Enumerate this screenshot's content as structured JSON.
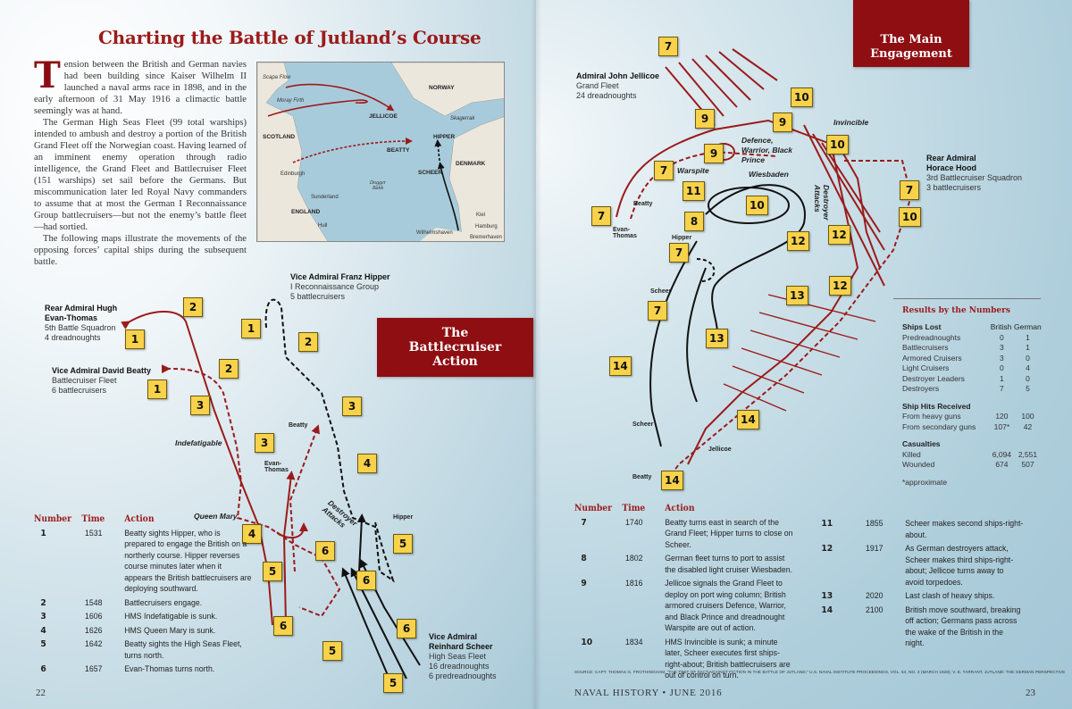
{
  "title": "Charting the Battle of Jutland’s Course",
  "intro": {
    "drop_cap": "T",
    "paragraphs": [
      "ension between the British and German navies had been building since Kaiser Wilhelm II launched a naval arms race in 1898, and in the early afternoon of 31 May 1916 a climactic battle seemingly was at hand.",
      "The German High Seas Fleet (99 total warships) intended to ambush and destroy a portion of the British Grand Fleet off the Norwegian coast. Having learned of an imminent enemy operation through radio intelligence, the Grand Fleet and Battlecruiser Fleet (151 warships) set sail before the Germans. But miscommunication later led Royal Navy commanders to assume that at most the German I Reconnaissance Group battlecruisers—but not the enemy’s battle fleet—had sortied.",
      "The following maps illustrate the movements of the opposing forces’ capital ships during the subsequent battle."
    ]
  },
  "inset_map": {
    "labels": [
      "Scapa Flow",
      "Moray Firth",
      "JELLICOE",
      "NORWAY",
      "Skagerrak",
      "SCOTLAND",
      "BEATTY",
      "HIPPER",
      "SCHEER",
      "DENMARK",
      "Edinburgh",
      "Dogger Bank",
      "Sunderland",
      "ENGLAND",
      "Hull",
      "Kiel",
      "Hamburg",
      "Wilhelmshaven",
      "Bremerhaven"
    ]
  },
  "battlecruiser_map": {
    "title_line1": "The",
    "title_line2": "Battlecruiser",
    "title_line3": "Action",
    "commanders": [
      {
        "name": "Rear Admiral Hugh Evan-Thomas",
        "unit": "5th Battle Squadron",
        "ships": "4 dreadnoughts"
      },
      {
        "name": "Vice Admiral David Beatty",
        "unit": "Battlecruiser Fleet",
        "ships": "6 battlecruisers"
      },
      {
        "name": "Vice Admiral Franz Hipper",
        "unit": "I Reconnaissance Group",
        "ships": "5 battlecruisers"
      },
      {
        "name": "Vice Admiral Reinhard Scheer",
        "unit": "High Seas Fleet",
        "ships": "16 dreadnoughts",
        "ships2": "6 predreadnoughts"
      }
    ],
    "labels": {
      "beatty": "Beatty",
      "evan_thomas": "Evan-Thomas",
      "indefatigable": "Indefatigable",
      "queen_mary": "Queen Mary",
      "destroyer_attacks": "Destroyer Attacks",
      "hipper": "Hipper"
    },
    "badges": [
      "1",
      "1",
      "1",
      "2",
      "2",
      "2",
      "3",
      "3",
      "3",
      "4",
      "4",
      "5",
      "5",
      "5",
      "5",
      "6",
      "6",
      "6",
      "6"
    ]
  },
  "main_map": {
    "title_line1": "The Main",
    "title_line2": "Engagement",
    "commanders": [
      {
        "name": "Admiral John Jellicoe",
        "unit": "Grand Fleet",
        "ships": "24 dreadnoughts"
      },
      {
        "name": "Rear Admiral Horace Hood",
        "unit": "3rd Battlecruiser Squadron",
        "ships": "3 battlecruisers"
      }
    ],
    "labels": {
      "invincible": "Invincible",
      "defence": "Defence, Warrior, Black Prince",
      "warspite": "Warspite",
      "wiesbaden": "Wiesbaden",
      "destroyer_attacks": "Destroyer Attacks",
      "beatty": "Beatty",
      "evan_thomas": "Evan-Thomas",
      "hipper": "Hipper",
      "scheer": "Scheer",
      "scheer2": "Scheer",
      "jellicoe": "Jellicoe",
      "beatty2": "Beatty"
    },
    "badges": [
      "7",
      "7",
      "7",
      "7",
      "7",
      "7",
      "8",
      "9",
      "9",
      "9",
      "10",
      "10",
      "10",
      "10",
      "11",
      "12",
      "12",
      "12",
      "13",
      "13",
      "14",
      "14",
      "14"
    ]
  },
  "table_headers": {
    "number": "Number",
    "time": "Time",
    "action": "Action"
  },
  "events_left": [
    {
      "number": "1",
      "time": "1531",
      "action": "Beatty sights Hipper, who is prepared to engage the British on a northerly course. Hipper reverses course minutes later when it appears the British battlecruisers are deploying southward."
    },
    {
      "number": "2",
      "time": "1548",
      "action": "Battlecruisers engage."
    },
    {
      "number": "3",
      "time": "1606",
      "action": "HMS Indefatigable is sunk."
    },
    {
      "number": "4",
      "time": "1626",
      "action": "HMS Queen Mary is sunk."
    },
    {
      "number": "5",
      "time": "1642",
      "action": "Beatty sights the High Seas Fleet, turns north."
    },
    {
      "number": "6",
      "time": "1657",
      "action": "Evan-Thomas turns north."
    }
  ],
  "events_right_a": [
    {
      "number": "7",
      "time": "1740",
      "action": "Beatty turns east in search of the Grand Fleet; Hipper turns to close on Scheer."
    },
    {
      "number": "8",
      "time": "1802",
      "action": "German fleet turns to port to assist the disabled light cruiser Wiesbaden."
    },
    {
      "number": "9",
      "time": "1816",
      "action": "Jellicoe signals the Grand Fleet to deploy on port wing column; British armored cruisers Defence, Warrior, and Black Prince and dreadnought Warspite are out of action."
    },
    {
      "number": "10",
      "time": "1834",
      "action": "HMS Invincible is sunk; a minute later, Scheer executes first ships-right-about; British battlecruisers are out of control on turn."
    }
  ],
  "events_right_b": [
    {
      "number": "11",
      "time": "1855",
      "action": "Scheer makes second ships-right-about."
    },
    {
      "number": "12",
      "time": "1917",
      "action": "As German destroyers attack, Scheer makes third ships-right-about; Jellicoe turns away to avoid torpedoes."
    },
    {
      "number": "13",
      "time": "2020",
      "action": "Last clash of heavy ships."
    },
    {
      "number": "14",
      "time": "2100",
      "action": "British move southward, breaking off action; Germans pass across the wake of the British in the night."
    }
  ],
  "results": {
    "title": "Results by the Numbers",
    "ships_lost": {
      "heading": "Ships Lost",
      "col1": "British",
      "col2": "German",
      "rows": [
        [
          "Predreadnoughts",
          "0",
          "1"
        ],
        [
          "Battlecruisers",
          "3",
          "1"
        ],
        [
          "Armored Cruisers",
          "3",
          "0"
        ],
        [
          "Light Cruisers",
          "0",
          "4"
        ],
        [
          "Destroyer Leaders",
          "1",
          "0"
        ],
        [
          "Destroyers",
          "7",
          "5"
        ]
      ]
    },
    "hits": {
      "heading": "Ship Hits Received",
      "rows": [
        [
          "From heavy guns",
          "120",
          "100"
        ],
        [
          "From secondary guns",
          "107*",
          "42"
        ]
      ]
    },
    "casualties": {
      "heading": "Casualties",
      "rows": [
        [
          "Killed",
          "6,094",
          "2,551"
        ],
        [
          "Wounded",
          "674",
          "507"
        ]
      ]
    },
    "footnote": "*approximate"
  },
  "source": "SOURCE: CAPT. THOMAS G. FROTHINGHAM, “THE TEST OF FACT AGAINST FICTION IN THE BATTLE OF JUTLAND,” U.S. NAVAL INSTITUTE PROCEEDINGS, VOL. 54, NO. 3 (MARCH 1928); V. E. TARRANT, JUTLAND: THE GERMAN PERSPECTIVE",
  "folio": {
    "left": "22",
    "center": "NAVAL HISTORY • JUNE 2016",
    "right": "23"
  },
  "colors": {
    "british": "#9b1b1b",
    "german": "#111111",
    "badge": "#f7d24a",
    "title_box": "#8e0e12"
  }
}
